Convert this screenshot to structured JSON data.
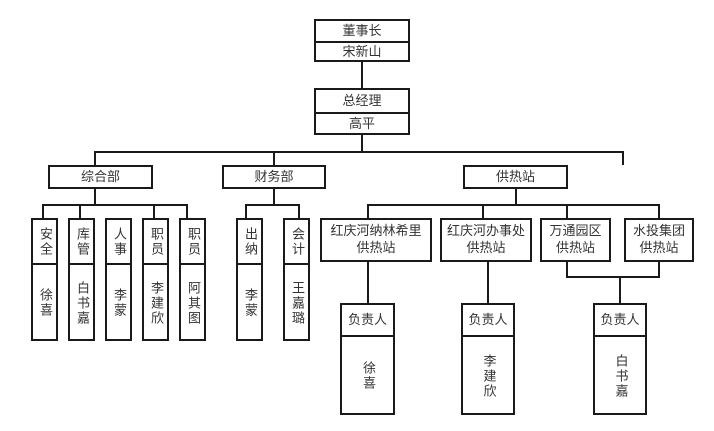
{
  "chairman": {
    "title": "董事长",
    "name": "宋新山"
  },
  "general_manager": {
    "title": "总经理",
    "name": "高平"
  },
  "departments": [
    {
      "name": "综合部",
      "staff": [
        {
          "role": "安全",
          "name": "徐喜"
        },
        {
          "role": "库管",
          "name": "白书嘉"
        },
        {
          "role": "人事",
          "name": "李蒙"
        },
        {
          "role": "职员",
          "name": "李建欣"
        },
        {
          "role": "职员",
          "name": "阿其图"
        }
      ]
    },
    {
      "name": "财务部",
      "staff": [
        {
          "role": "出纳",
          "name": "李蒙"
        },
        {
          "role": "会计",
          "name": "王嘉璐"
        }
      ]
    },
    {
      "name": "供热站",
      "stations": [
        {
          "line1": "红庆河纳林希里",
          "line2": "供热站"
        },
        {
          "line1": "红庆河办事处",
          "line2": "供热站"
        },
        {
          "line1": "万通园区",
          "line2": "供热站"
        },
        {
          "line1": "水投集团",
          "line2": "供热站"
        }
      ],
      "heads": [
        {
          "role": "负责人",
          "name": "徐喜"
        },
        {
          "role": "负责人",
          "name": "李建欣"
        },
        {
          "role": "负责人",
          "name": "白书嘉"
        }
      ]
    }
  ]
}
